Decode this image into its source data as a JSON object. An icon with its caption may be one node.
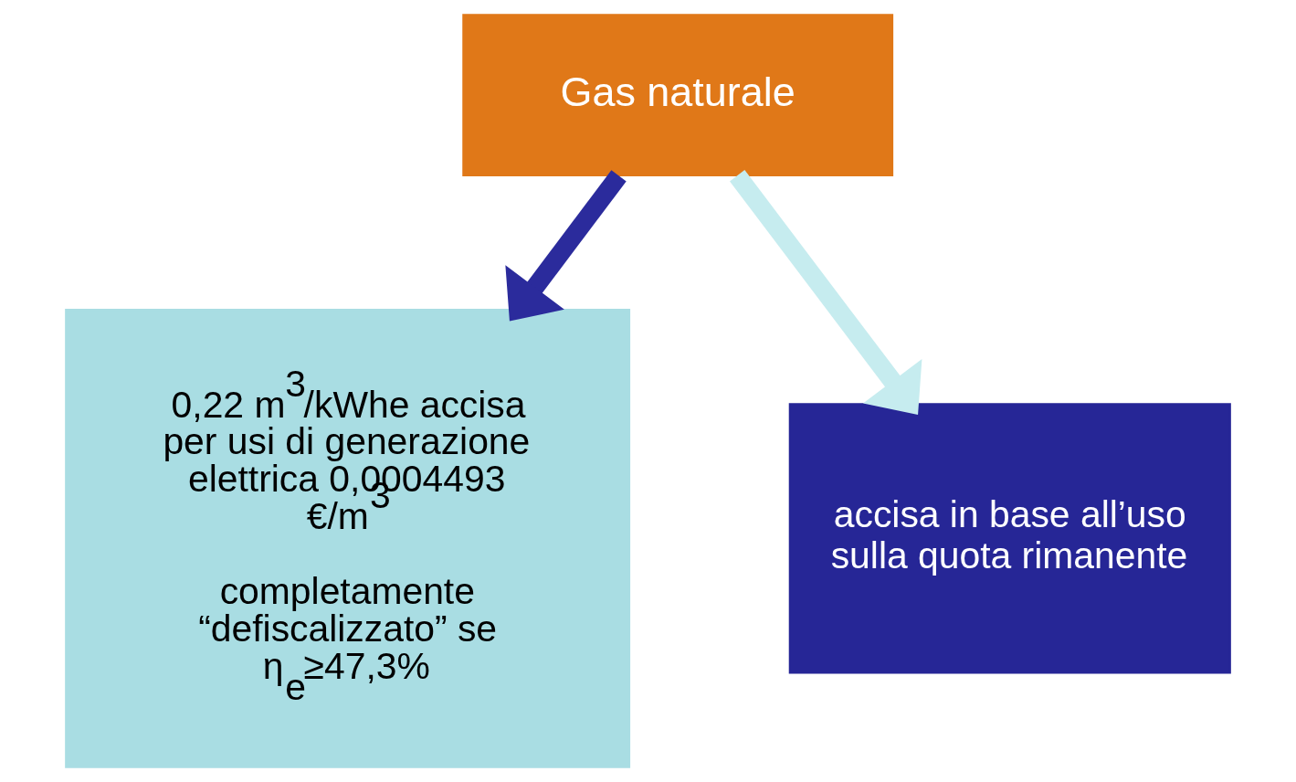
{
  "diagram": {
    "nodes": [
      {
        "text": [
          "Gas naturale"
        ]
      },
      {
        "text": [
          "0,22 m$^{3}$/kWhe accisa per usi di generazione elettrica 0,0004493 €/m$^{3}$",
          "completamente “defiscalizzato” se η$_{e}$≥47,3%"
        ]
      },
      {
        "text": [
          "accisa in base all’uso sulla quota rimanente"
        ]
      }
    ],
    "edges": [
      {
        "from": 0,
        "to": 1,
        "arrow": "to",
        "color": "#2b2b9c"
      },
      {
        "from": 0,
        "to": 2,
        "arrow": "to",
        "color": "#c6ecef"
      }
    ]
  }
}
